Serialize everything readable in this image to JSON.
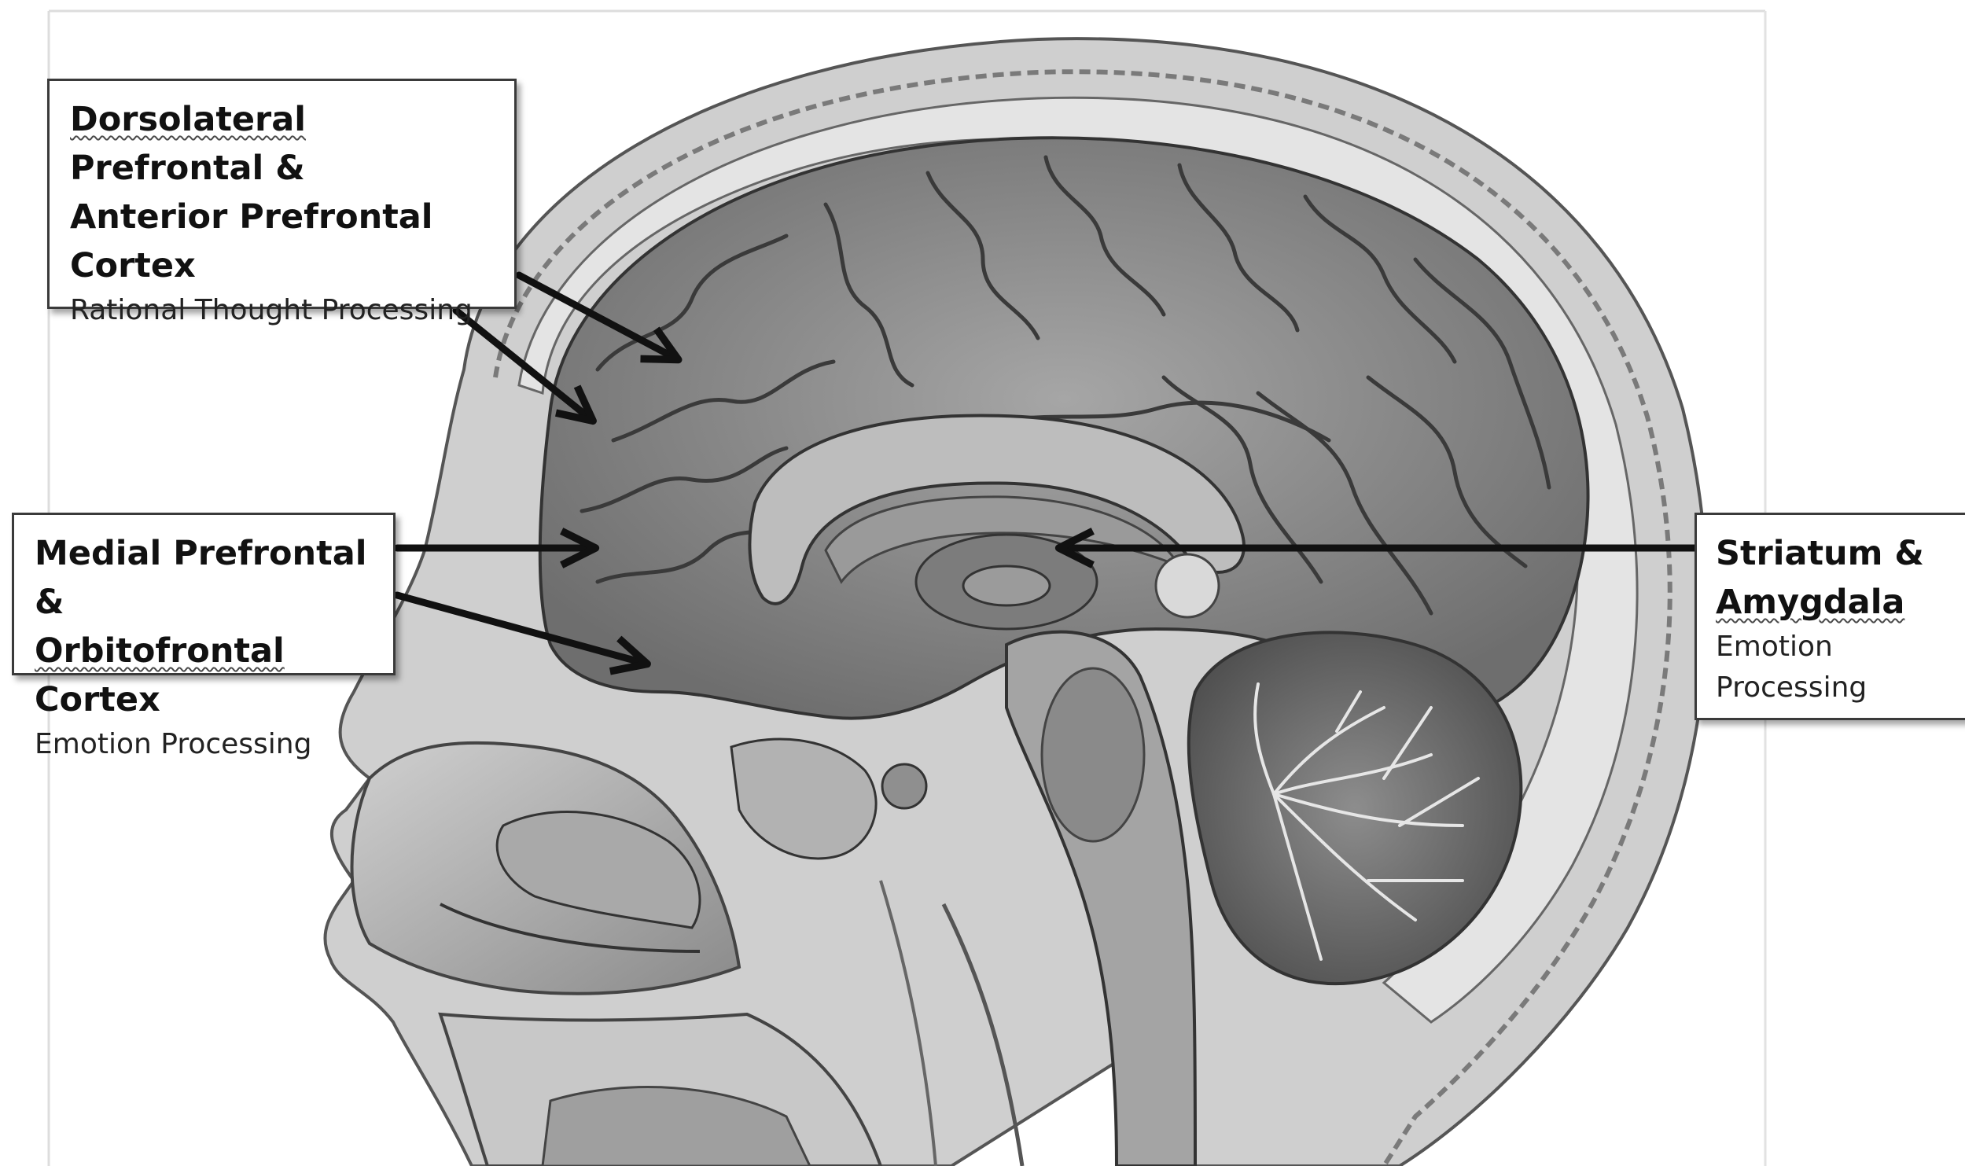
{
  "labels": {
    "dlpfc": {
      "title_word1": "Dorsolateral",
      "title_rest1": " Prefrontal &",
      "title_line2": "Anterior Prefrontal",
      "title_line3": "Cortex",
      "subtitle": "Rational Thought Processing"
    },
    "mpfc": {
      "title_line1": "Medial Prefrontal &",
      "title_word2": "Orbitofrontal",
      "title_rest2": " Cortex",
      "subtitle": "Emotion Processing"
    },
    "striatum": {
      "title_line1": "Striatum &",
      "title_line2": "Amygdala",
      "subtitle_line1": "Emotion",
      "subtitle_line2": "Processing"
    }
  },
  "colors": {
    "arrow": "#111111",
    "box_border": "#3a3a3a",
    "brain_tissue": "#8c8c8c",
    "skull": "#d6d6d6"
  }
}
